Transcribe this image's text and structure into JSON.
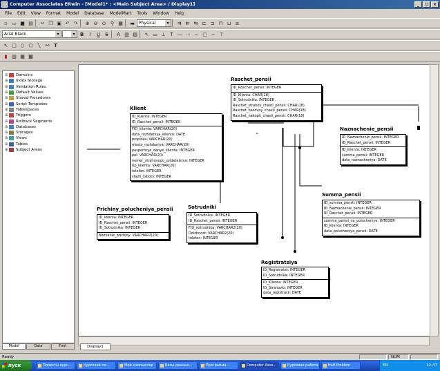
{
  "window": {
    "title": "Computer Associates ERwin - [Model1* : <Main Subject Area> / Display1]"
  },
  "menu": [
    "File",
    "Edit",
    "View",
    "Format",
    "Model",
    "Database",
    "ModelMart",
    "Tools",
    "Window",
    "Help"
  ],
  "toolbar": {
    "view_combo": "Physical",
    "font_combo": "Arial Black"
  },
  "tree": [
    {
      "label": "Domains",
      "color": "#c04040"
    },
    {
      "label": "Index Storage",
      "color": "#4080c0"
    },
    {
      "label": "Validation Rules",
      "color": "#4080c0"
    },
    {
      "label": "Default Values",
      "color": "#40a040"
    },
    {
      "label": "Stored Procedures",
      "color": "#c0a040"
    },
    {
      "label": "Script Templates",
      "color": "#4060c0"
    },
    {
      "label": "Tablespaces",
      "color": "#808080"
    },
    {
      "label": "Triggers",
      "color": "#c04040"
    },
    {
      "label": "Rollback Segments",
      "color": "#c04080"
    },
    {
      "label": "Databases",
      "color": "#4080c0"
    },
    {
      "label": "Storages",
      "color": "#808040"
    },
    {
      "label": "Views",
      "color": "#40a0a0"
    },
    {
      "label": "Tables",
      "color": "#4060a0"
    },
    {
      "label": "Subject Areas",
      "color": "#a04040"
    }
  ],
  "left_tabs": [
    "Model",
    "Data",
    "Font"
  ],
  "canvas_tab": "Display1",
  "status": {
    "left": "Ready",
    "right": "NUM"
  },
  "taskbar": {
    "start": "пуск",
    "tasks": [
      "Проекты курс...",
      "Курсовой по...",
      "Мой компьютер",
      "Базы данных...",
      "Программа...",
      "Computer Asso...",
      "Курсовая работа",
      "Half Problem"
    ],
    "tray": "EN",
    "clock": "12:47"
  },
  "entities": [
    {
      "id": "raschet",
      "name": "Raschet_pensii",
      "keys": [
        "ID_Raschet_pensii: INTEGER"
      ],
      "attrs": [
        "ID_Klienta: CHAR(18)",
        "ID_Sotrudnika: INTEGER",
        "Raschet_strahov_chasti_pensii: CHAR(18)",
        "Raschet_bazovoy_chasti_pensii: CHAR(18)",
        "Raschet_nakopit_chasti_pensii: CHAR(18)"
      ]
    },
    {
      "id": "klient",
      "name": "Klient",
      "keys": [
        "ID_Klienta: INTEGER",
        "ID_Raschet_pensii: INTEGER"
      ],
      "attrs": [
        "FIO_klienta: VARCHAR(20)",
        "data_rozhdeniya_klienta: DATE",
        "propiska: VARCHAR(20)",
        "mesto_rozhdeniya: VARCHAR(20)",
        "pasportnye_danye_klienta: INTEGER",
        "pol: VARCHAR(20)",
        "nomer_strahovogo_svidetelstva: INTEGER",
        "tip_klienta: VARCHAR(20)",
        "telefon: INTEGER",
        "stazh_raboty: INTEGER"
      ]
    },
    {
      "id": "naznachenie",
      "name": "Naznachenie_pensii",
      "keys": [
        "ID_Naznachenie_pensii: INTEGER",
        "ID_Raschet_pensii: INTEGER"
      ],
      "attrs": [
        "ID_klienta: INTEGER",
        "summa_pensii: INTEGER",
        "data_naznacheniya: DATE"
      ]
    },
    {
      "id": "summa",
      "name": "Summa_pensii",
      "keys": [
        "ID_summa_pensii: INTEGER",
        "ID_Naznachenie_pensii: INTEGER",
        "ID_Raschet_pensii: INTEGER"
      ],
      "attrs": [
        "summa_pensii_na_polucheniye: INTEGER",
        "ID_klienta: INTEGER",
        "data_polucheniya_pensii: DATE"
      ]
    },
    {
      "id": "prichiny",
      "name": "Prichiny_polucheniya_pensii",
      "keys": [
        "ID_klienta: INTEGER",
        "ID_Raschet_pensii: INTEGER",
        "ID_Sotrudnika: INTEGER"
      ],
      "attrs": [
        "Nazvanie_prichiny: VARCHAR2(20)"
      ]
    },
    {
      "id": "sotrudniki",
      "name": "Sotrudniki",
      "keys": [
        "ID_Sotrudnika: INTEGER",
        "ID_Raschet_pensii: INTEGER"
      ],
      "attrs": [
        "FIO_sotrudnika: VARCHAR2(20)",
        "Dolzhnost: VARCHAR2(20)",
        "telefon: INTEGER"
      ]
    },
    {
      "id": "registratsiya",
      "name": "Registratsiya",
      "keys": [
        "ID_Registratsii: INTEGER",
        "ID_Sotrudnika: INTEGER"
      ],
      "attrs": [
        "ID_Klienta: INTEGER",
        "ID_Strahovki: INTEGER",
        "data_registracii: DATE"
      ]
    }
  ]
}
